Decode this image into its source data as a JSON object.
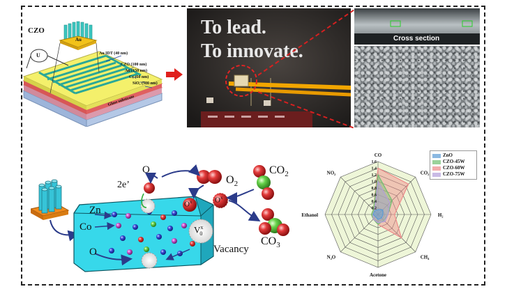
{
  "device": {
    "czo_label": "CZO",
    "au_label": "Au",
    "u_label": "U",
    "layers": [
      "Au IDT (40 nm)",
      "CZO (100 nm)",
      "Au (150 nm)",
      "Cr (50 nm)",
      "SiO₂ (500 nm)",
      "Glass substrate"
    ]
  },
  "photo": {
    "line1": "To lead.",
    "line2": "To innovate."
  },
  "sem": {
    "cross_section_label": "Cross section"
  },
  "mechanism": {
    "o_label": "O",
    "electron_label": "2e’",
    "o2_label": "O",
    "o2_sub": "2",
    "co2_label": "CO",
    "co2_sub": "2",
    "co3_label": "CO",
    "co3_sub": "3",
    "zn_label": "Zn",
    "co_label": "Co",
    "o_lattice_label": "O",
    "vacancy_label": "Vacancy",
    "vo_label": "V",
    "vo_sub": "0",
    "vo_sup": "x",
    "ox_label": "O",
    "ox_sup": "x"
  },
  "chart_data": {
    "type": "radar",
    "axes": [
      "CO",
      "CO₂",
      "H₂",
      "CH₄",
      "Acetone",
      "N₂O",
      "Ethanol",
      "NO₂"
    ],
    "rlim": [
      0,
      1.6
    ],
    "ticks": [
      "0.2",
      "0.4",
      "0.6",
      "0.8",
      "1.0",
      "1.2",
      "1.4",
      "1.6"
    ],
    "legend_position": "top-right",
    "series": [
      {
        "name": "ZnO",
        "color": "#5b9bd5",
        "values": [
          0.15,
          0.2,
          0.15,
          0.15,
          0.15,
          0.1,
          0.15,
          0.15
        ]
      },
      {
        "name": "CZO-45W",
        "color": "#70c070",
        "values": [
          1.2,
          0.6,
          0.3,
          0.25,
          0.3,
          0.2,
          0.2,
          0.2
        ]
      },
      {
        "name": "CZO-60W",
        "color": "#ef8a8a",
        "values": [
          1.4,
          1.3,
          0.5,
          1.0,
          0.3,
          0.2,
          0.2,
          0.2
        ]
      },
      {
        "name": "CZO-75W",
        "color": "#b39ddb",
        "values": [
          1.0,
          0.5,
          0.3,
          0.3,
          0.25,
          0.2,
          0.15,
          0.15
        ]
      }
    ]
  }
}
